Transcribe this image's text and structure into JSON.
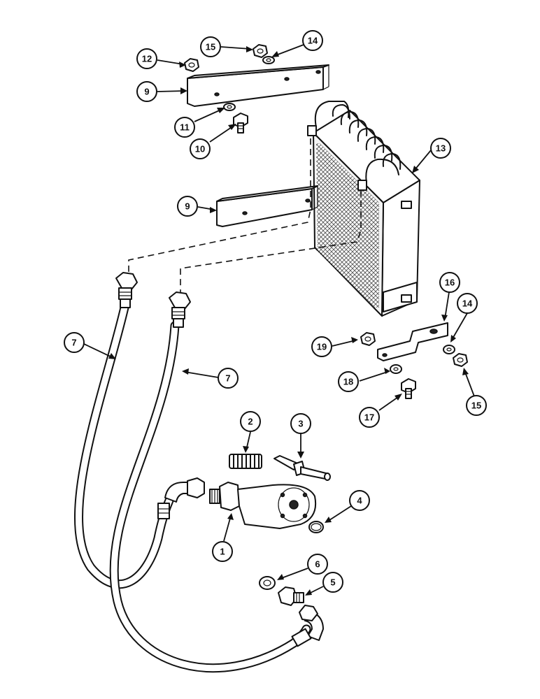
{
  "callouts": [
    {
      "id": "c1",
      "label": "1"
    },
    {
      "id": "c2",
      "label": "2"
    },
    {
      "id": "c3",
      "label": "3"
    },
    {
      "id": "c4",
      "label": "4"
    },
    {
      "id": "c5",
      "label": "5"
    },
    {
      "id": "c6",
      "label": "6"
    },
    {
      "id": "c7a",
      "label": "7"
    },
    {
      "id": "c7b",
      "label": "7"
    },
    {
      "id": "c9a",
      "label": "9"
    },
    {
      "id": "c9b",
      "label": "9"
    },
    {
      "id": "c10",
      "label": "10"
    },
    {
      "id": "c11",
      "label": "11"
    },
    {
      "id": "c12",
      "label": "12"
    },
    {
      "id": "c13",
      "label": "13"
    },
    {
      "id": "c14a",
      "label": "14"
    },
    {
      "id": "c14b",
      "label": "14"
    },
    {
      "id": "c15a",
      "label": "15"
    },
    {
      "id": "c15b",
      "label": "15"
    },
    {
      "id": "c16",
      "label": "16"
    },
    {
      "id": "c17",
      "label": "17"
    },
    {
      "id": "c18",
      "label": "18"
    },
    {
      "id": "c19",
      "label": "19"
    }
  ]
}
